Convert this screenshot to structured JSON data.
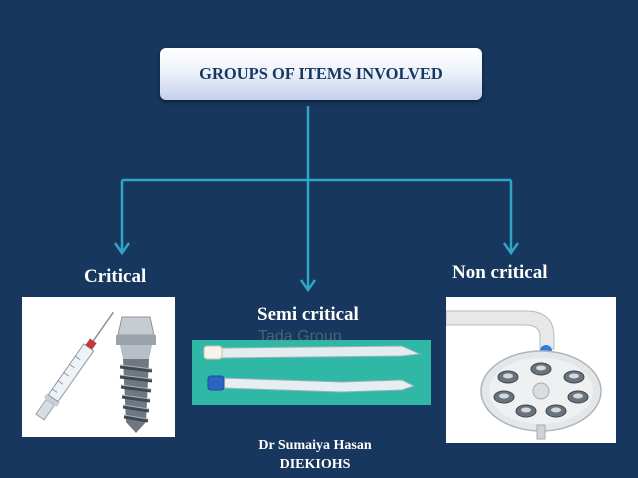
{
  "title": "GROUPS OF ITEMS INVOLVED",
  "categories": {
    "critical": "Critical",
    "semi_critical": "Semi critical",
    "non_critical": "Non critical"
  },
  "images": {
    "critical": "syringe and dental implant",
    "semi_critical": "saliva ejector tubes",
    "non_critical": "dental operating light"
  },
  "watermark": "Tada Group",
  "footer": {
    "author": "Dr Sumaiya Hasan",
    "institution": "DIEKIOHS"
  },
  "colors": {
    "background": "#17375e",
    "connector": "#2fa6c8",
    "title_text": "#17375e"
  }
}
